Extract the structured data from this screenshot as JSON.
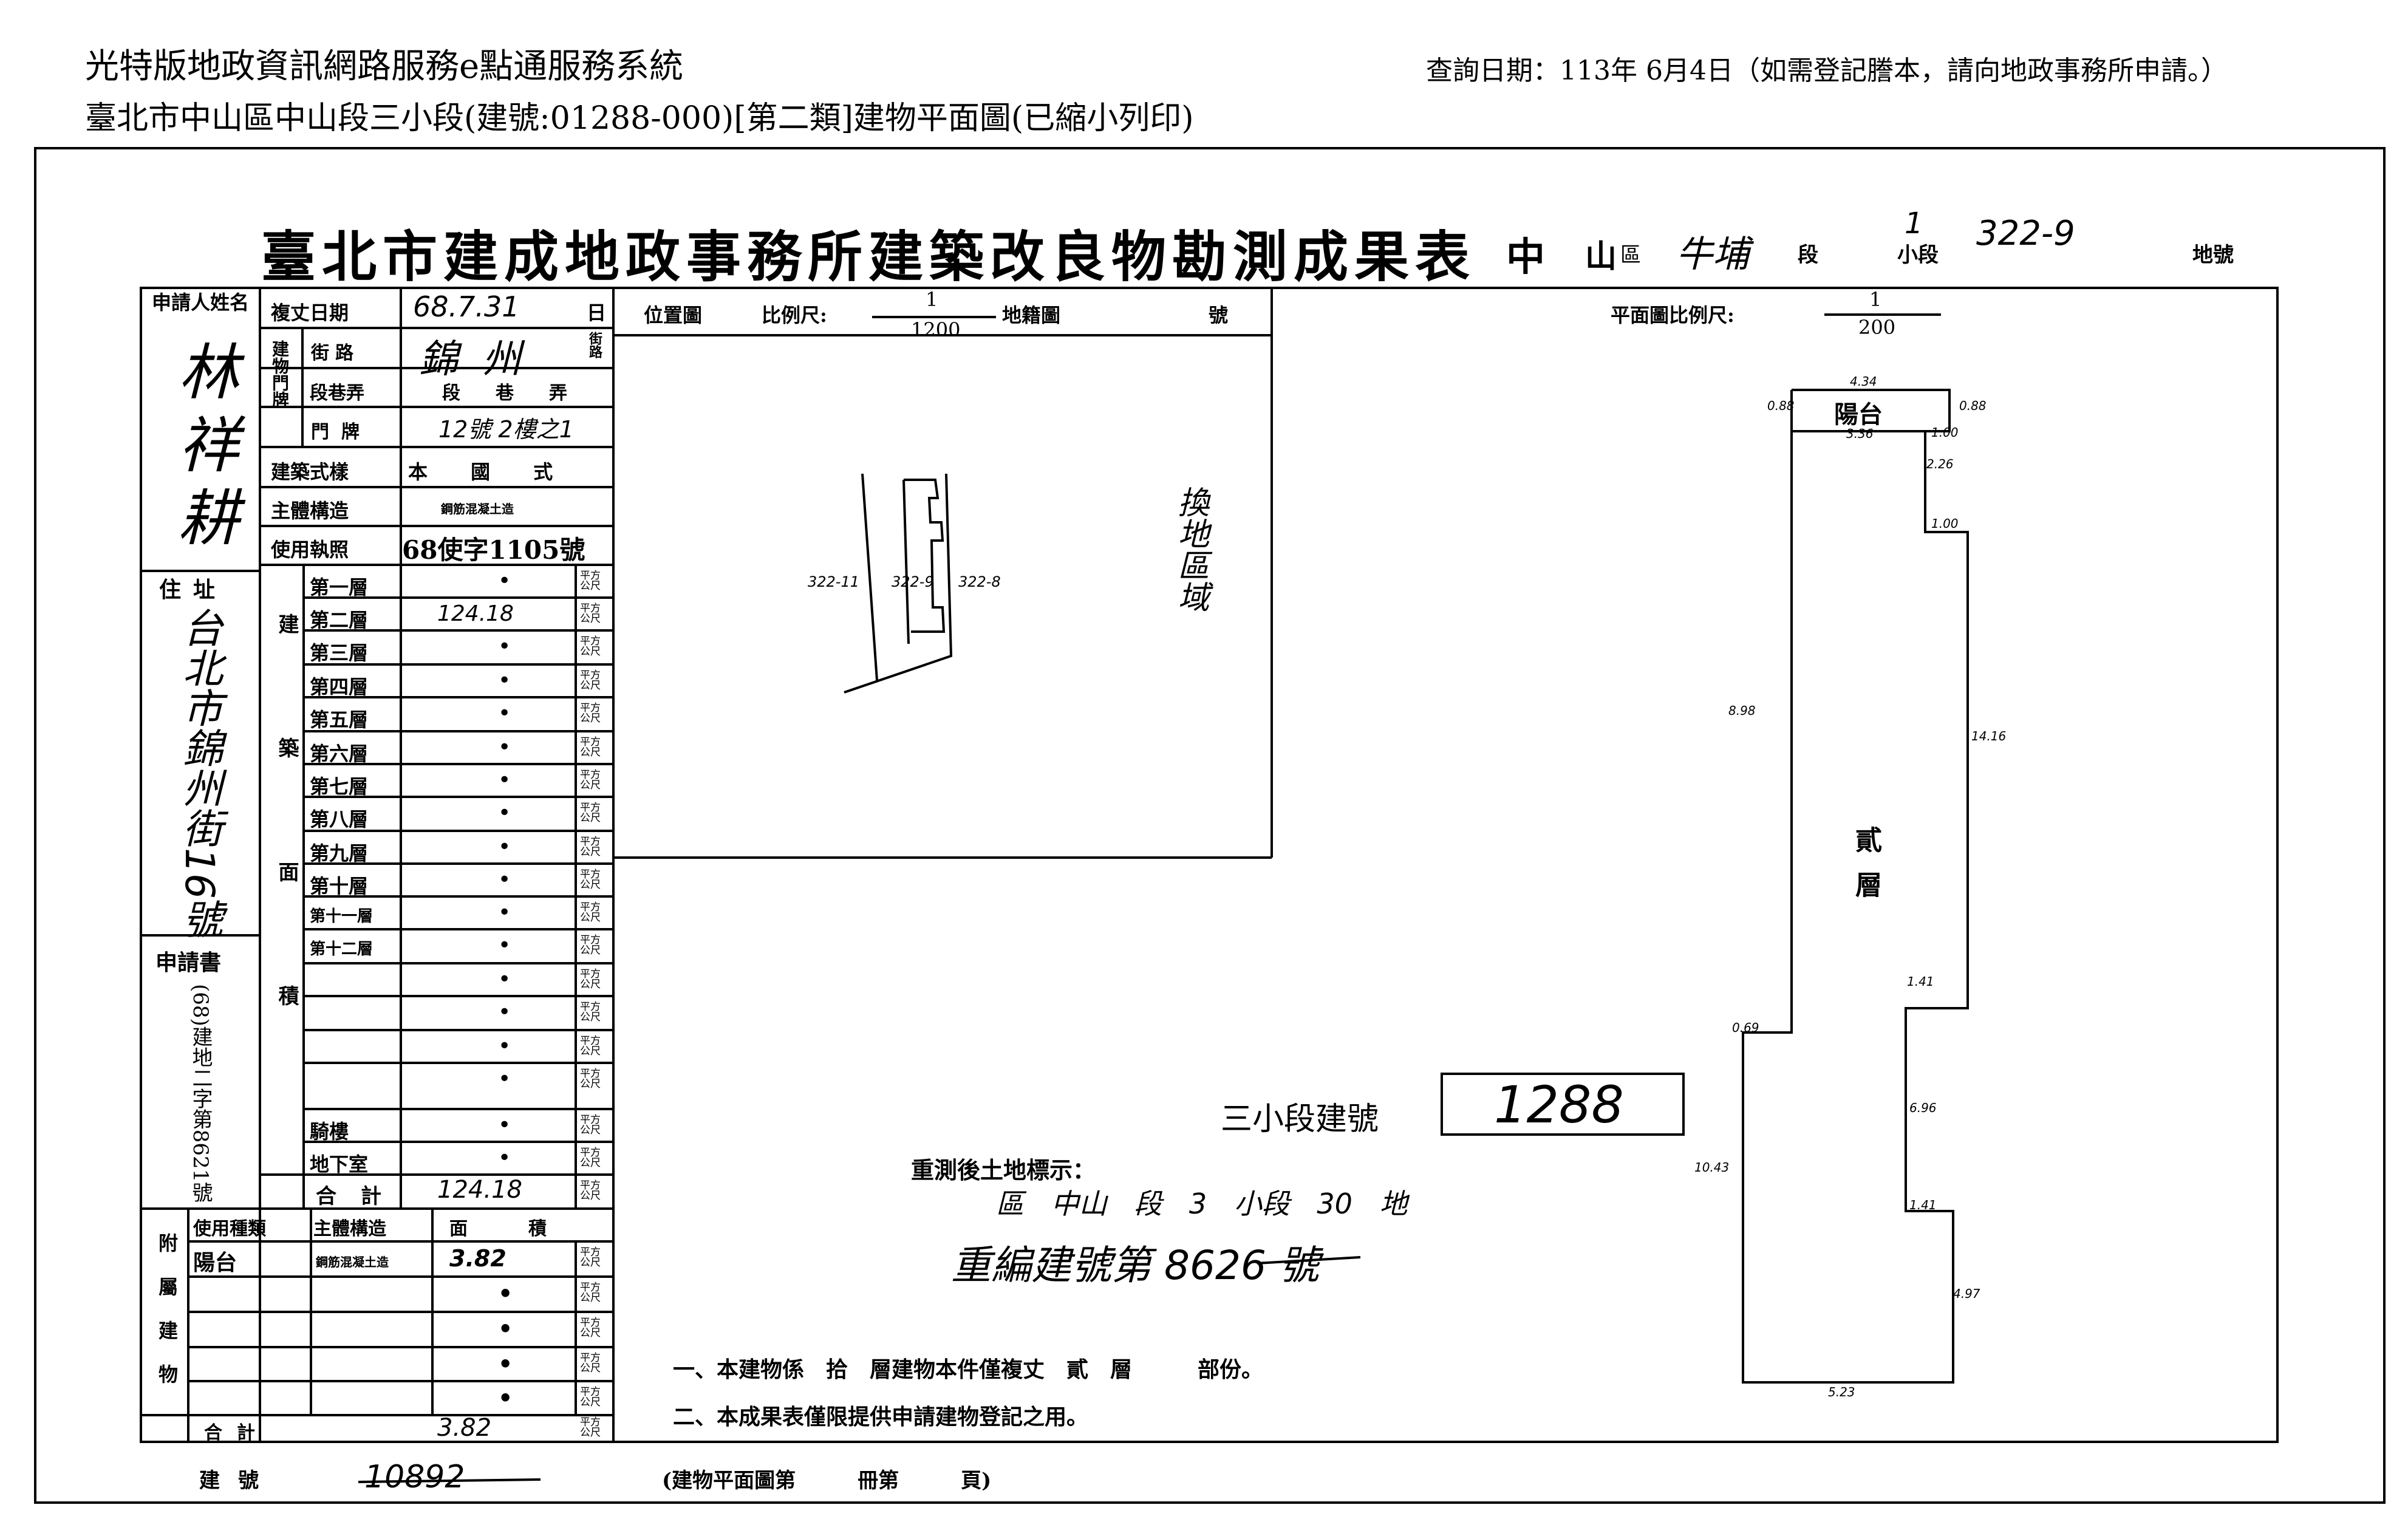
{
  "header": {
    "system_title": "光特版地政資訊網路服務e點通服務系統",
    "subtitle": "臺北市中山區中山段三小段(建號:01288-000)[第二類]建物平面圖(已縮小列印)",
    "query_date": "查詢日期：113年 6月4日（如需登記謄本，請向地政事務所申請。）"
  },
  "form": {
    "title": "臺北市建成地政事務所建築改良物勘測成果表",
    "district": "中",
    "district2": "山",
    "district_suffix": "區",
    "section": "牛埔",
    "section_suffix": "段",
    "subsection": "1",
    "subsection_suffix": "小段",
    "lot_no": "322-9",
    "lot_suffix": "地號"
  },
  "left": {
    "applicant_label": "申請人姓名",
    "applicant_name": "林祥耕",
    "address_label": "住址",
    "address": "台北市錦州街16號",
    "application_label": "申請書",
    "application_no": "(68)建地二字第8621號",
    "survey_date_label": "複丈日期",
    "survey_date": "68.7.31",
    "day_unit": "日",
    "door_label": "建物門牌",
    "street_label": "街路",
    "street_value": "錦州",
    "street_suffix": "街路",
    "lane_label": "段巷弄",
    "lane_value": "段　巷　弄",
    "number_label": "門牌",
    "number_value": "12號 2樓之1",
    "style_label": "建築式樣",
    "style_value": "本 國 式",
    "structure_label": "主體構造",
    "structure_value": "鋼筋混凝土造",
    "license_label": "使用執照",
    "license_value": "68使字1105號",
    "area_group_label": "建築面積",
    "unit": "平方公尺",
    "floors": [
      {
        "label": "第一層",
        "value": "•"
      },
      {
        "label": "第二層",
        "value": "124.18"
      },
      {
        "label": "第三層",
        "value": "•"
      },
      {
        "label": "第四層",
        "value": "•"
      },
      {
        "label": "第五層",
        "value": "•"
      },
      {
        "label": "第六層",
        "value": "•"
      },
      {
        "label": "第七層",
        "value": "•"
      },
      {
        "label": "第八層",
        "value": "•"
      },
      {
        "label": "第九層",
        "value": "•"
      },
      {
        "label": "第十層",
        "value": "•"
      },
      {
        "label": "第十一層",
        "value": "•"
      },
      {
        "label": "第十二層",
        "value": "•"
      },
      {
        "label": "",
        "value": "•"
      },
      {
        "label": "",
        "value": "•"
      },
      {
        "label": "",
        "value": "•"
      },
      {
        "label": "",
        "value": "•"
      },
      {
        "label": "騎樓",
        "value": "•"
      },
      {
        "label": "地下室",
        "value": "•"
      }
    ],
    "total_label": "合計",
    "total_value": "124.18",
    "attached_label": "附屬建物",
    "attached_head": [
      "使用種類",
      "主體構造",
      "面積"
    ],
    "attached_rows": [
      {
        "use": "陽台",
        "struct": "鋼筋混凝土造",
        "area": "3.82"
      },
      {
        "use": "",
        "struct": "",
        "area": "•"
      },
      {
        "use": "",
        "struct": "",
        "area": "•"
      },
      {
        "use": "",
        "struct": "",
        "area": "•"
      },
      {
        "use": "",
        "struct": "",
        "area": "•"
      }
    ],
    "attached_total_label": "合計",
    "attached_total": "3.82",
    "build_no_label": "建號",
    "build_no_value": "10892",
    "book_label": "(建物平面圖第　　　冊第　　　頁)"
  },
  "location": {
    "label": "位置圖",
    "scale_label": "比例尺:",
    "scale_num": "1",
    "scale_den": "1200",
    "cadastral": "地籍圖",
    "cadastral_suffix": "號",
    "lot_left": "322-11",
    "lot_mid": "322-9",
    "lot_right": "322-8",
    "remark": "換地區域"
  },
  "plan": {
    "scale_label": "平面圖比例尺:",
    "scale_num": "1",
    "scale_den": "200",
    "balcony": "陽台",
    "floor_name": "貳層",
    "dims": [
      "4.34",
      "0.88",
      "0.88",
      "3.36",
      "1.00",
      "2.26",
      "1.00",
      "8.98",
      "14.16",
      "1.41",
      "0.69",
      "6.96",
      "10.43",
      "1.41",
      "4.97",
      "5.23"
    ]
  },
  "notes": {
    "build_no_prefix": "三小段建號",
    "build_no": "1288",
    "remark_title": "重測後土地標示：",
    "remark_line": "區 中山 段 3 小段 30 地",
    "renumber": "重編建號第 8626 號",
    "note1": "一、本建物係　拾　層建物本件僅複丈　貳　層　　　部份。",
    "note2": "二、本成果表僅限提供申請建物登記之用。"
  }
}
